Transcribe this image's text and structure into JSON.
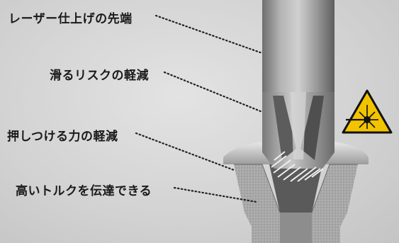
{
  "callouts": [
    {
      "label": "レーザー仕上げの先端"
    },
    {
      "label": "滑るリスクの軽減"
    },
    {
      "label": "押しつける力の軽減"
    },
    {
      "label": "高いトルクを伝達できる"
    }
  ],
  "icons": {
    "warning_sign": "laser-warning-icon"
  },
  "colors": {
    "background": "#d2d2d2",
    "shaft": "#9a9a9a",
    "warning_yellow": "#f2c300",
    "text": "#1a1a1a",
    "leader_line": "#222222"
  }
}
